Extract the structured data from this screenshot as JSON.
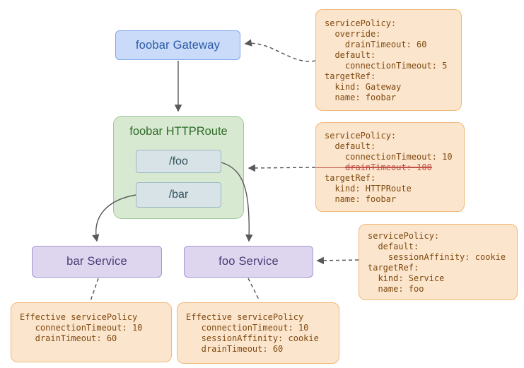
{
  "nodes": {
    "gateway": {
      "label": "foobar Gateway"
    },
    "httproute": {
      "label": "foobar HTTPRoute"
    },
    "route_foo": {
      "label": "/foo"
    },
    "route_bar": {
      "label": "/bar"
    },
    "bar_service": {
      "label": "bar Service"
    },
    "foo_service": {
      "label": "foo Service"
    }
  },
  "policies": {
    "gateway_policy": {
      "lines": [
        "servicePolicy:",
        "  override:",
        "    drainTimeout: 60",
        "  default:",
        "    connectionTimeout: 5",
        "targetRef:",
        "  kind: Gateway",
        "  name: foobar"
      ]
    },
    "route_policy": {
      "lines_before": [
        "servicePolicy:",
        "  default:",
        "    connectionTimeout: 10"
      ],
      "struck_line": "drainTimeout: 100",
      "lines_after": [
        "targetRef:",
        "  kind: HTTPRoute",
        "  name: foobar"
      ]
    },
    "service_policy": {
      "lines": [
        "servicePolicy:",
        "  default:",
        "    sessionAffinity: cookie",
        "targetRef:",
        "  kind: Service",
        "  name: foo"
      ]
    },
    "effective_bar": {
      "lines": [
        "Effective servicePolicy",
        "   connectionTimeout: 10",
        "   drainTimeout: 60"
      ]
    },
    "effective_foo": {
      "lines": [
        "Effective servicePolicy",
        "   connectionTimeout: 10",
        "   sessionAffinity: cookie",
        "   drainTimeout: 60"
      ]
    }
  },
  "colors": {
    "gateway_fill": "#c9dbf8",
    "gateway_border": "#7da7f0",
    "gateway_text": "#2d5aa8",
    "httproute_fill": "#d8e9d2",
    "httproute_border": "#9ec99a",
    "httproute_text": "#2e6b27",
    "route_fill": "#d7e3e7",
    "route_border": "#9db9c2",
    "route_text": "#33525c",
    "service_fill": "#ded5ef",
    "service_border": "#a396d2",
    "service_text": "#463c72",
    "policy_fill": "#fce5cd",
    "policy_border": "#f1b879",
    "policy_text": "#7d4a10",
    "strike_red": "#c0524a",
    "arrow_gray": "#595959"
  }
}
